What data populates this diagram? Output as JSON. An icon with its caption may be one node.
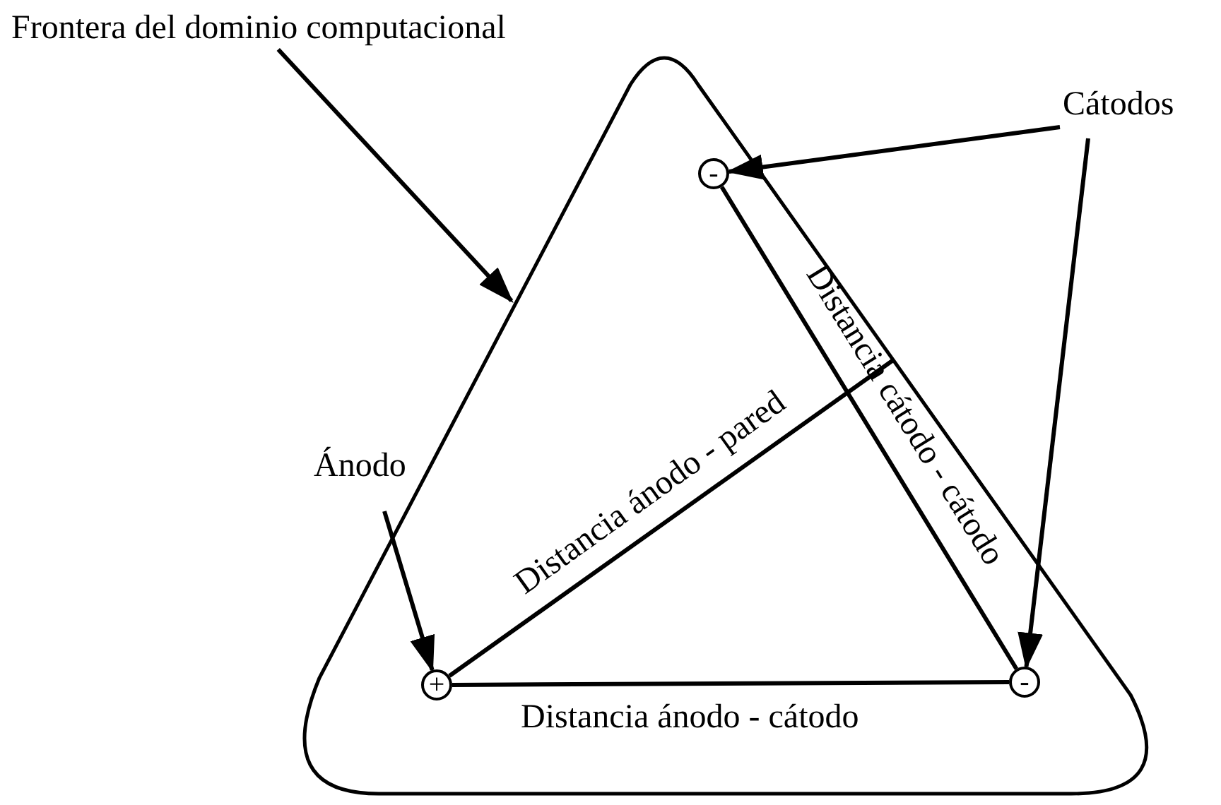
{
  "diagram": {
    "nodes": [
      {
        "text": [
          "Frontera del dominio computacional"
        ]
      },
      {
        "text": [],
        "shape": "triangle"
      },
      {
        "text": [
          "-"
        ],
        "in": 1
      },
      {
        "text": [
          "Cátodos"
        ]
      },
      {
        "text": [
          "Ánodo"
        ]
      },
      {
        "text": [
          "+"
        ],
        "in": 1
      },
      {
        "text": [
          "-"
        ],
        "in": 1
      }
    ],
    "edges": [
      {
        "from": 0,
        "to": 1,
        "arrow": "to"
      },
      {
        "from": 3,
        "to": 2,
        "arrow": "to"
      },
      {
        "from": 3,
        "to": 6,
        "arrow": "to"
      },
      {
        "from": 4,
        "to": 5,
        "arrow": "to"
      },
      {
        "from": 5,
        "to": 6,
        "arrow": "none",
        "label": "Distancia ánodo - cátodo"
      },
      {
        "from": 2,
        "to": 6,
        "arrow": "none",
        "label": "Distancia cátodo - cátodo"
      },
      {
        "from": 5,
        "to": 1,
        "arrow": "none",
        "label": "Distancia ánodo - pared"
      }
    ]
  }
}
